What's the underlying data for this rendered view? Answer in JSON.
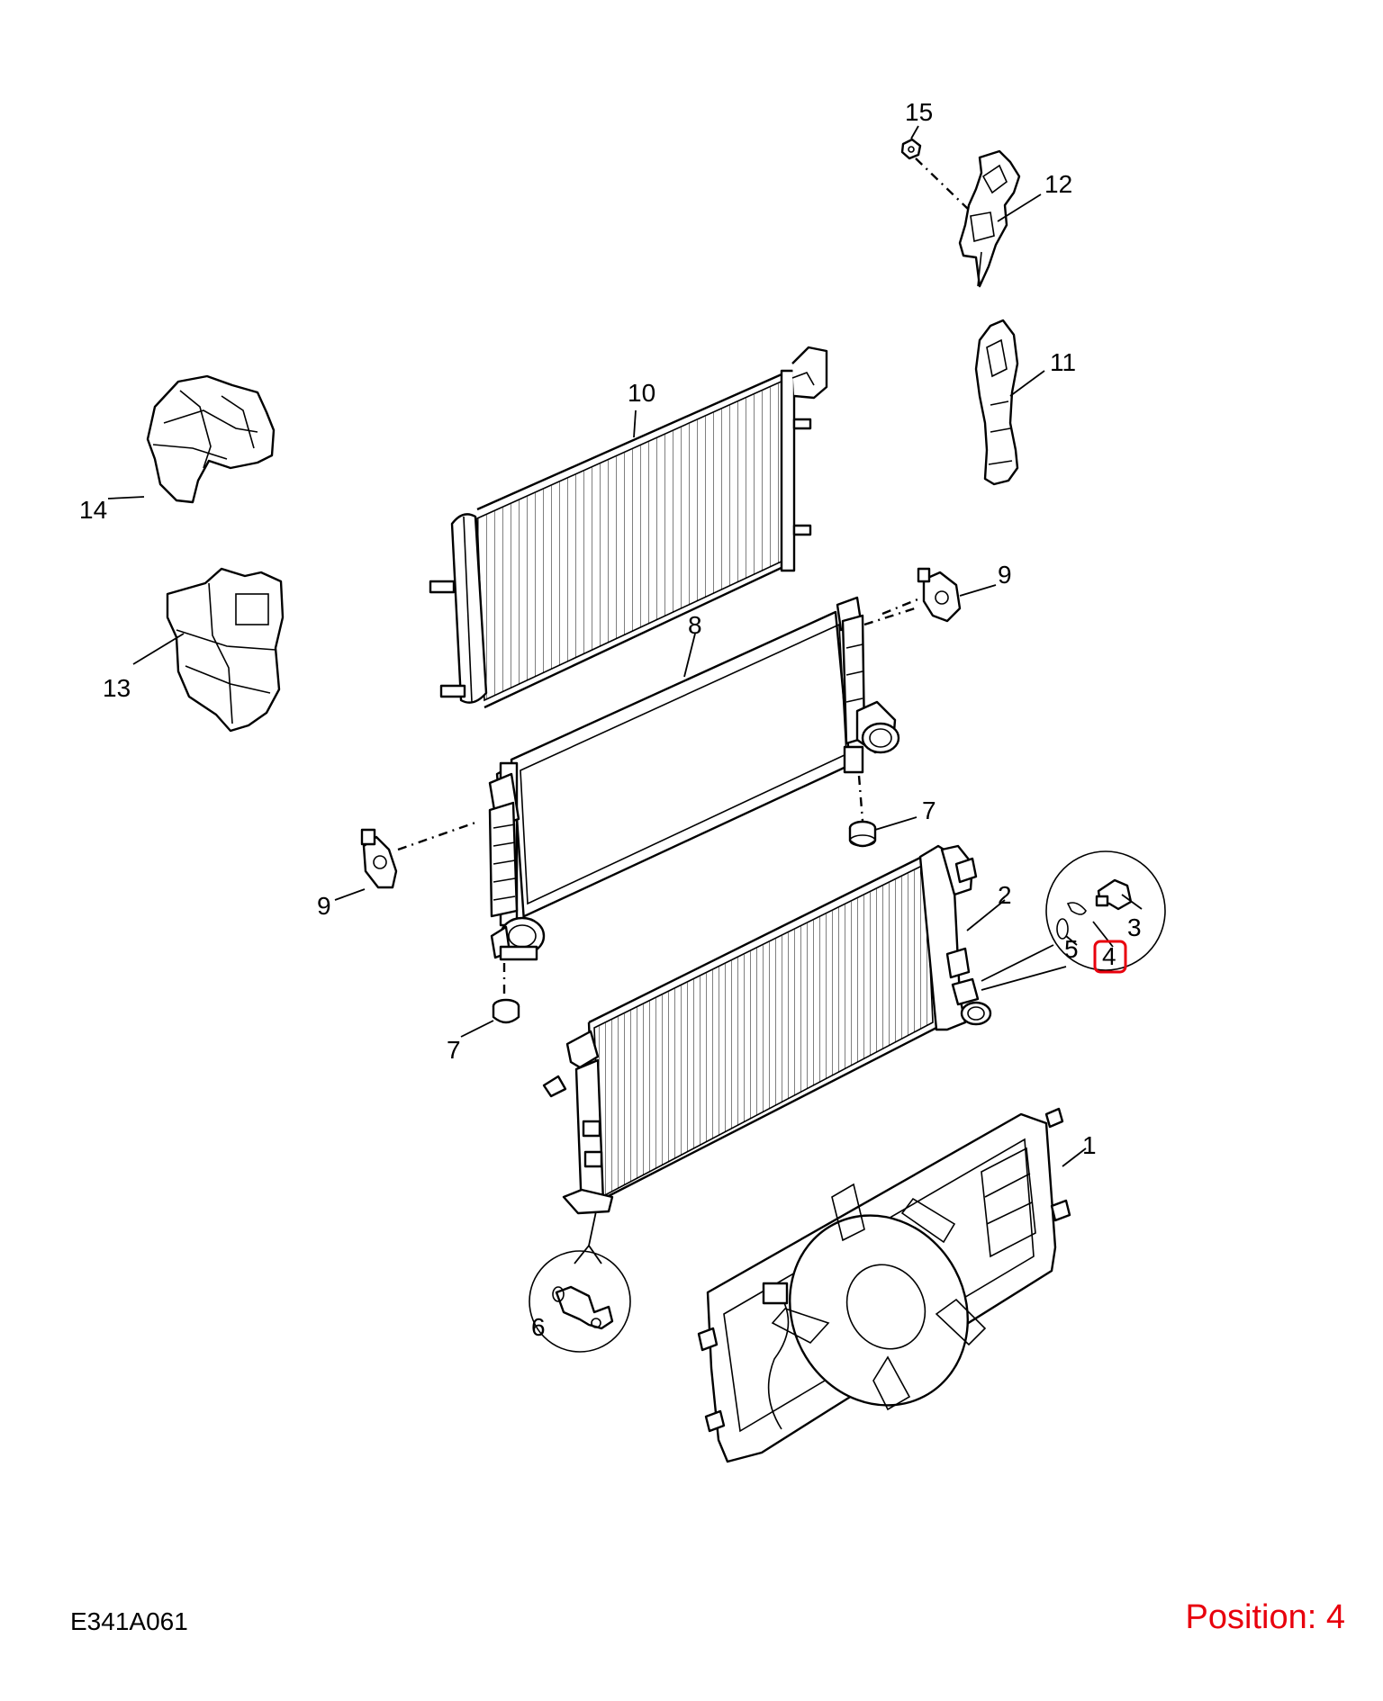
{
  "diagram_code": "E341A061",
  "position": {
    "prefix": "Position:",
    "value": "4"
  },
  "highlight_color": "#e8000d",
  "callouts": {
    "c1": "1",
    "c2": "2",
    "c3": "3",
    "c4": "4",
    "c5": "5",
    "c6": "6",
    "c7a": "7",
    "c7b": "7",
    "c8": "8",
    "c9a": "9",
    "c9b": "9",
    "c10": "10",
    "c11": "11",
    "c12": "12",
    "c13": "13",
    "c14": "14",
    "c15": "15"
  }
}
